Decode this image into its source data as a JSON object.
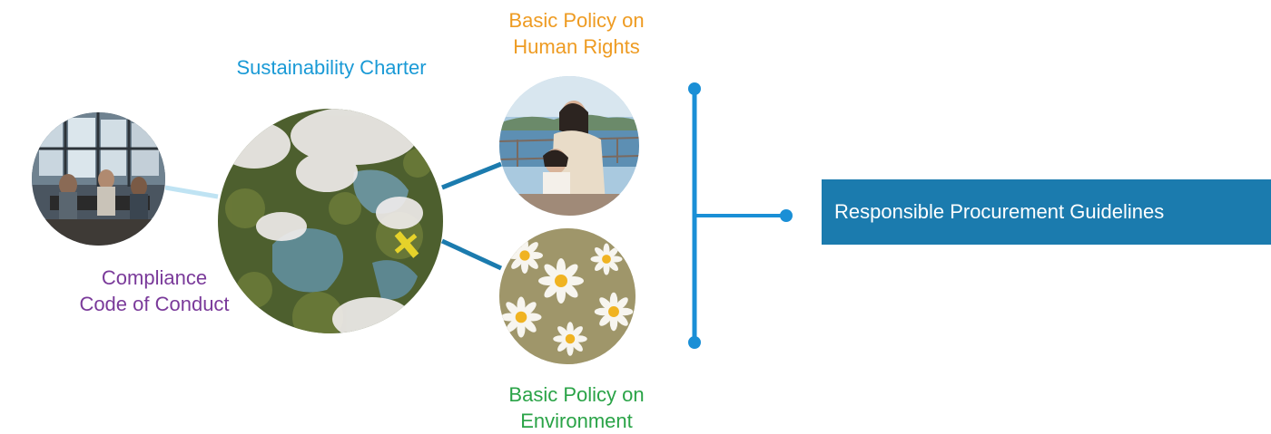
{
  "labels": {
    "sustainability_charter": "Sustainability Charter",
    "human_rights": [
      "Basic Policy on",
      "Human Rights"
    ],
    "compliance": [
      "Compliance",
      "Code of Conduct"
    ],
    "environment": [
      "Basic Policy on",
      "Environment"
    ]
  },
  "result": {
    "label": "Responsible Procurement Guidelines"
  },
  "colors": {
    "charter": "#1a9ad6",
    "human_rights": "#ee9b22",
    "compliance": "#7a3a9a",
    "environment": "#2aa347",
    "connector": "#1b7bae",
    "connector_light": "#bfe3f3",
    "bracket": "#1a8fd6",
    "result_box": "#1b7bae"
  },
  "images": {
    "office": "office-meeting-photo",
    "forest": "aerial-forest-clouds-photo",
    "human": "mother-child-boat-photo",
    "flowers": "daisy-flowers-photo"
  }
}
